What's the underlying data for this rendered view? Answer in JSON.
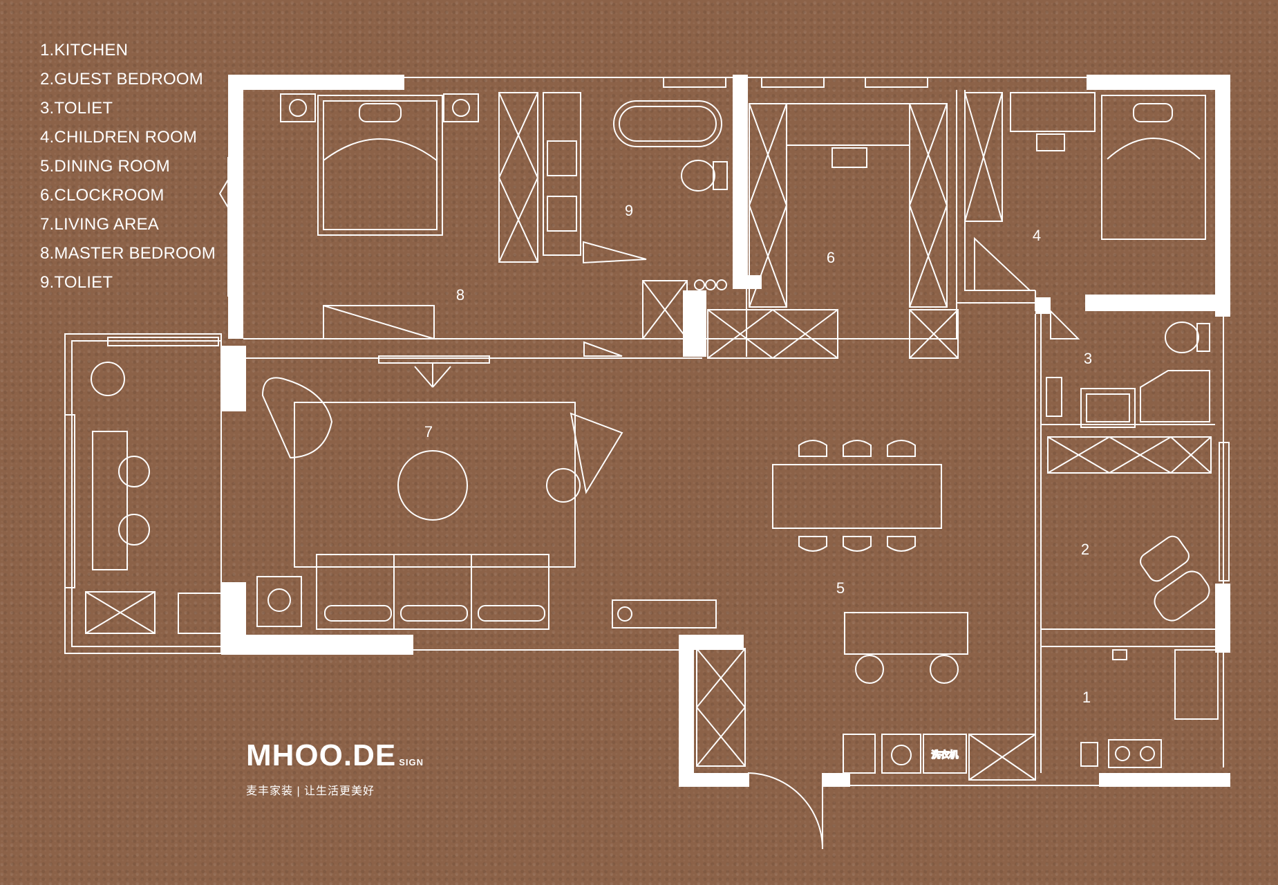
{
  "legend": [
    "1.KITCHEN",
    "2.GUEST BEDROOM",
    "3.TOLIET",
    "4.CHILDREN ROOM",
    "5.DINING ROOM",
    "6.CLOCKROOM",
    "7.LIVING AREA",
    "8.MASTER BEDROOM",
    "9.TOLIET"
  ],
  "rooms": {
    "kitchen": "1",
    "guest_bedroom": "2",
    "toilet_small": "3",
    "children_room": "4",
    "dining_room": "5",
    "clockroom": "6",
    "living_area": "7",
    "master_bedroom": "8",
    "toilet_master": "9"
  },
  "washer_label": "洗衣机",
  "logo": {
    "brand": "MHOO.DE",
    "brand_suffix": "SIGN",
    "slogan": "麦丰家装 | 让生活更美好"
  },
  "colors": {
    "background": "#8c6248",
    "lines": "#ffffff"
  }
}
